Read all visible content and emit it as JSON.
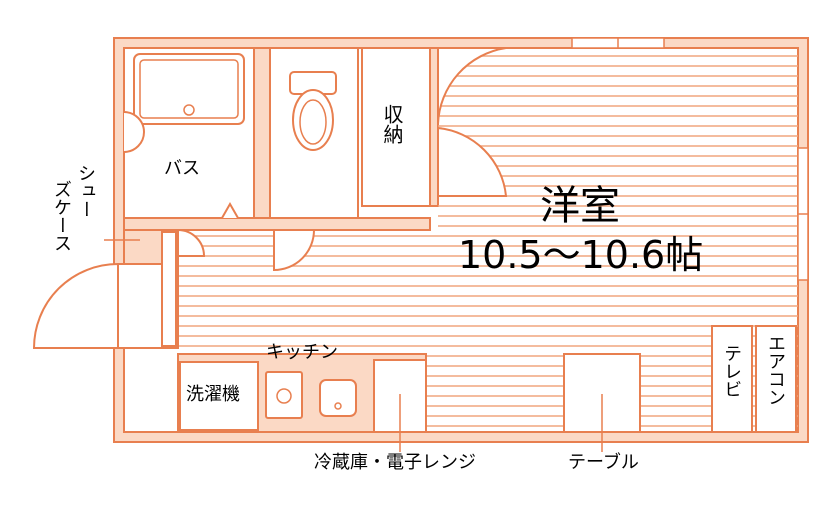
{
  "floorplan": {
    "room_name": "洋室",
    "room_size": "10.5～10.6帖",
    "labels": {
      "bath": "バス",
      "storage": "収納",
      "shoe_case_line1": "シュー",
      "shoe_case_line2": "ズケース",
      "kitchen": "キッチン",
      "washer": "洗濯機",
      "fridge_microwave": "冷蔵庫・電子レンジ",
      "table": "テーブル",
      "tv": "テレビ",
      "aircon": "エアコン"
    },
    "colors": {
      "wall_fill": "#FBD9C5",
      "line": "#E87F4F",
      "floor_line": "#F0A57E",
      "text": "#000000"
    }
  }
}
